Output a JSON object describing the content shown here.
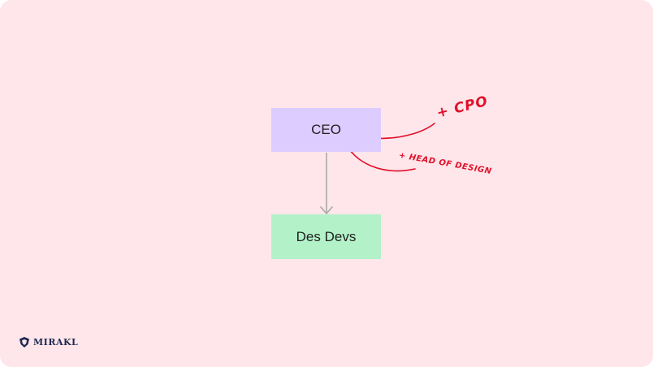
{
  "diagram": {
    "nodes": [
      {
        "id": "ceo",
        "label": "CEO",
        "color": "#dcccff"
      },
      {
        "id": "des_devs",
        "label": "Des Devs",
        "color": "#b3f2c9"
      }
    ],
    "edges": [
      {
        "from": "ceo",
        "to": "des_devs",
        "style": "arrow",
        "color": "#a9a9a9"
      }
    ],
    "annotations": [
      {
        "text": "+ CPO",
        "color": "#e0102a",
        "attached_to": "ceo"
      },
      {
        "text": "+ HEAD OF DESIGN",
        "color": "#e0102a",
        "attached_to": "ceo"
      }
    ]
  },
  "branding": {
    "logo_text": "MIRAKL",
    "logo_color": "#1e2a52"
  },
  "background_color": "#ffe6ea"
}
